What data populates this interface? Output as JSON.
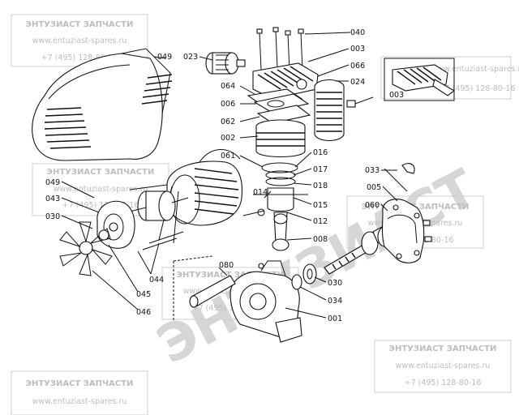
{
  "watermark": {
    "title": "ЭНТУЗИАСТ ЗАПЧАСТИ",
    "url": "www.entuziast-spares.ru",
    "phone": "+7 (495) 128-80-16",
    "diagonal": "ЭНТУЗИАСТ"
  },
  "parts": [
    {
      "code": "040"
    },
    {
      "code": "003"
    },
    {
      "code": "066"
    },
    {
      "code": "024"
    },
    {
      "code": "023"
    },
    {
      "code": "049"
    },
    {
      "code": "064"
    },
    {
      "code": "006"
    },
    {
      "code": "062"
    },
    {
      "code": "002"
    },
    {
      "code": "061"
    },
    {
      "code": "016"
    },
    {
      "code": "017"
    },
    {
      "code": "018"
    },
    {
      "code": "014"
    },
    {
      "code": "015"
    },
    {
      "code": "012"
    },
    {
      "code": "008"
    },
    {
      "code": "049"
    },
    {
      "code": "043"
    },
    {
      "code": "030"
    },
    {
      "code": "044"
    },
    {
      "code": "045"
    },
    {
      "code": "046"
    },
    {
      "code": "080"
    },
    {
      "code": "030"
    },
    {
      "code": "034"
    },
    {
      "code": "001"
    },
    {
      "code": "033"
    },
    {
      "code": "005"
    },
    {
      "code": "060"
    },
    {
      "code": "003"
    }
  ]
}
